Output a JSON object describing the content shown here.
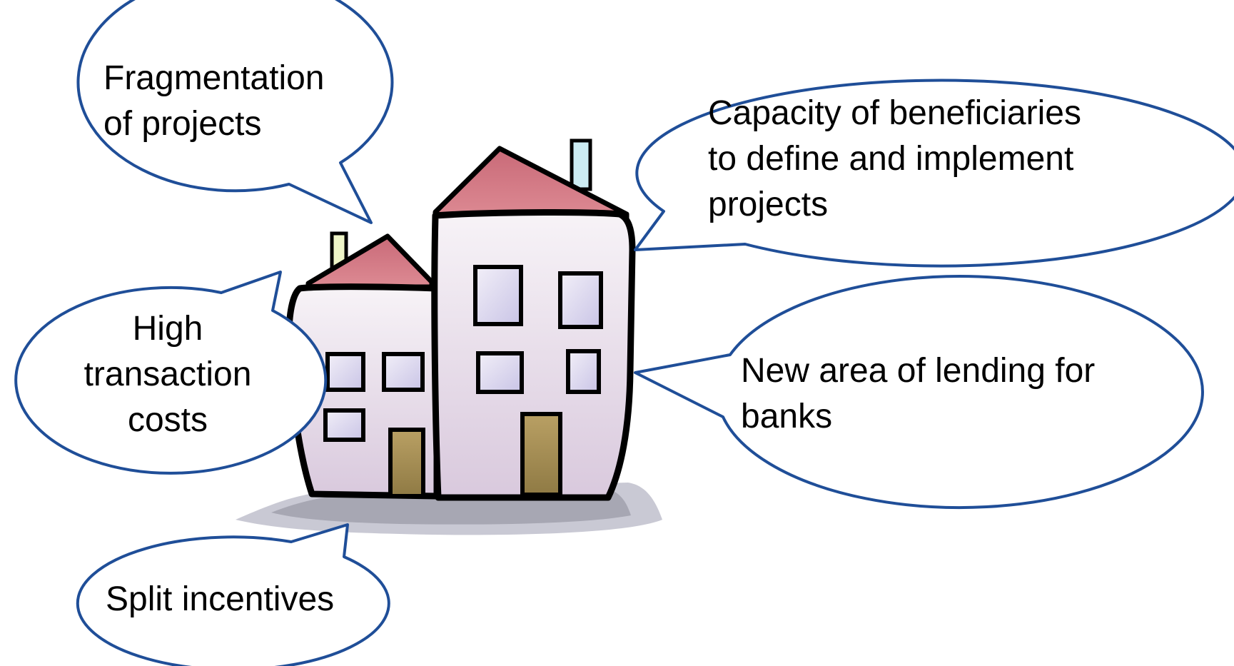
{
  "colors": {
    "bubble_stroke": "#1f4e98",
    "bubble_fill": "#ffffff",
    "roof": "#d4737f",
    "wall": "#ece4ee",
    "window": "#dcd8ef",
    "door": "#a88f54",
    "chimney": "#ccecf3",
    "shadow": "#c3c3cf",
    "outline": "#000000"
  },
  "bubbles": {
    "fragmentation": {
      "lines": [
        "Fragmentation",
        "of projects"
      ]
    },
    "capacity": {
      "lines": [
        "Capacity of beneficiaries",
        "to define and implement",
        "projects"
      ]
    },
    "transaction": {
      "lines": [
        "High",
        "transaction",
        "costs"
      ]
    },
    "lending": {
      "lines": [
        "New area of lending for",
        "banks"
      ]
    },
    "split": {
      "lines": [
        "Split incentives"
      ]
    }
  },
  "illustration": {
    "subject": "house-icon"
  }
}
